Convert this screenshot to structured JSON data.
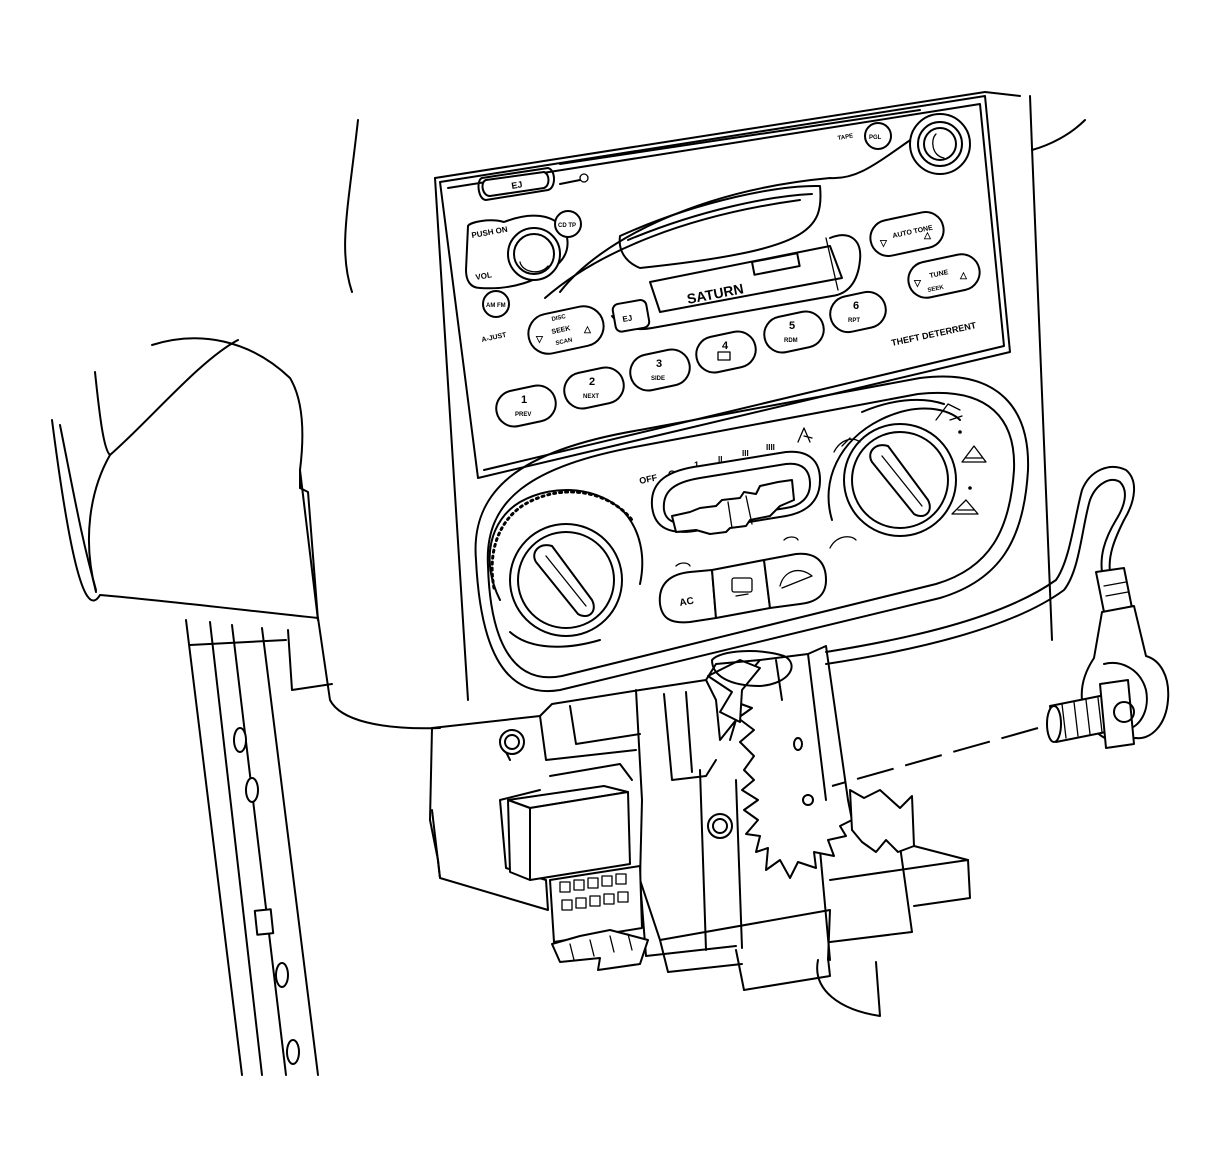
{
  "radio": {
    "eject_label": "EJ",
    "eject_cassette_label": "EJ",
    "push_on_label": "PUSH ON",
    "vol_label": "VOL",
    "cd_tp_label": "CD TP",
    "am_fm_label": "AM FM",
    "tape_label": "TAPE",
    "pgm_label": "PGL",
    "auto_tone_label": "AUTO TONE",
    "tune_label": "TUNE",
    "tune_sub_label": "SEEK",
    "seek_label": "SEEK",
    "seek_top_label": "DISC",
    "seek_bottom_label": "SCAN",
    "brand_label": "SATURN",
    "theft_label": "THEFT DETERRENT",
    "ajust_label": "A-JUST",
    "presets": [
      {
        "num": "1",
        "sub": "PREV"
      },
      {
        "num": "2",
        "sub": "NEXT"
      },
      {
        "num": "3",
        "sub": "SIDE"
      },
      {
        "num": "4",
        "sub": ""
      },
      {
        "num": "5",
        "sub": "RDM"
      },
      {
        "num": "6",
        "sub": "RPT"
      }
    ]
  },
  "climate": {
    "fan_off": "OFF",
    "fan_speeds": [
      "1",
      "II",
      "III",
      "IIII"
    ],
    "ac_label": "AC"
  },
  "icons": [
    "fan-knob-icon",
    "mode-knob-icon",
    "temp-knob-icon",
    "rear-defrost-icon",
    "recirculation-icon",
    "defrost-icon",
    "vent-icon",
    "floor-icon"
  ]
}
